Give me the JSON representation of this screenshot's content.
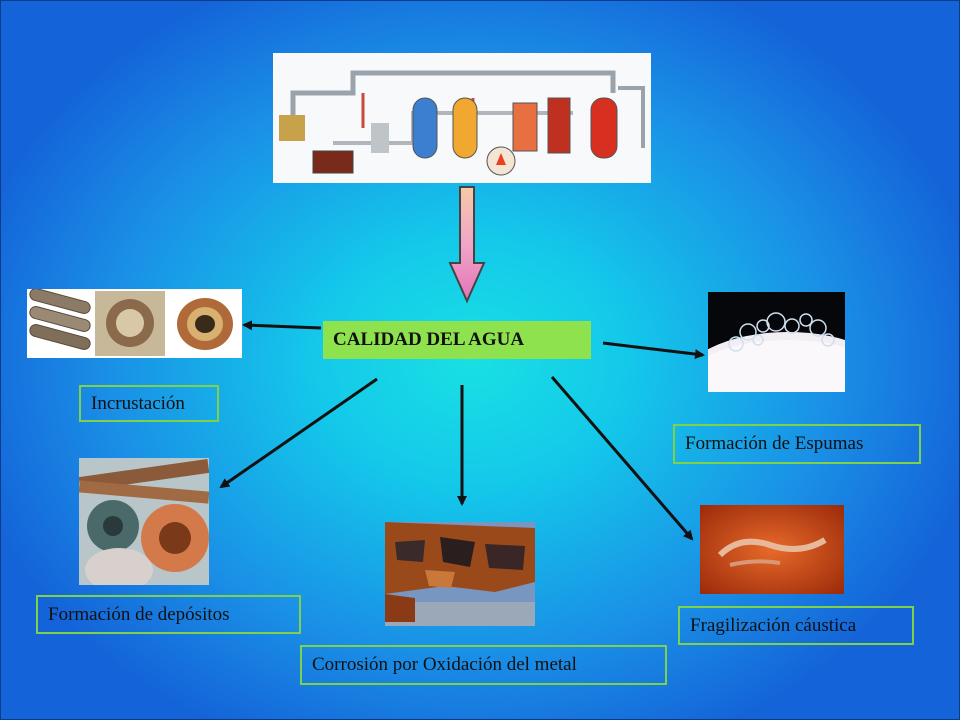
{
  "center": {
    "label": "CALIDAD DEL AGUA"
  },
  "effects": {
    "incrustacion": "Incrustación",
    "espumas": "Formación de Espumas",
    "depositos": "Formación de depósitos",
    "corrosion": "Corrosión por Oxidación del metal",
    "fragilizacion": "Fragilización cáustica"
  },
  "colors": {
    "label_border": "#7ed14a",
    "center_fill": "#8ee24e",
    "background": "#14c8ea"
  }
}
